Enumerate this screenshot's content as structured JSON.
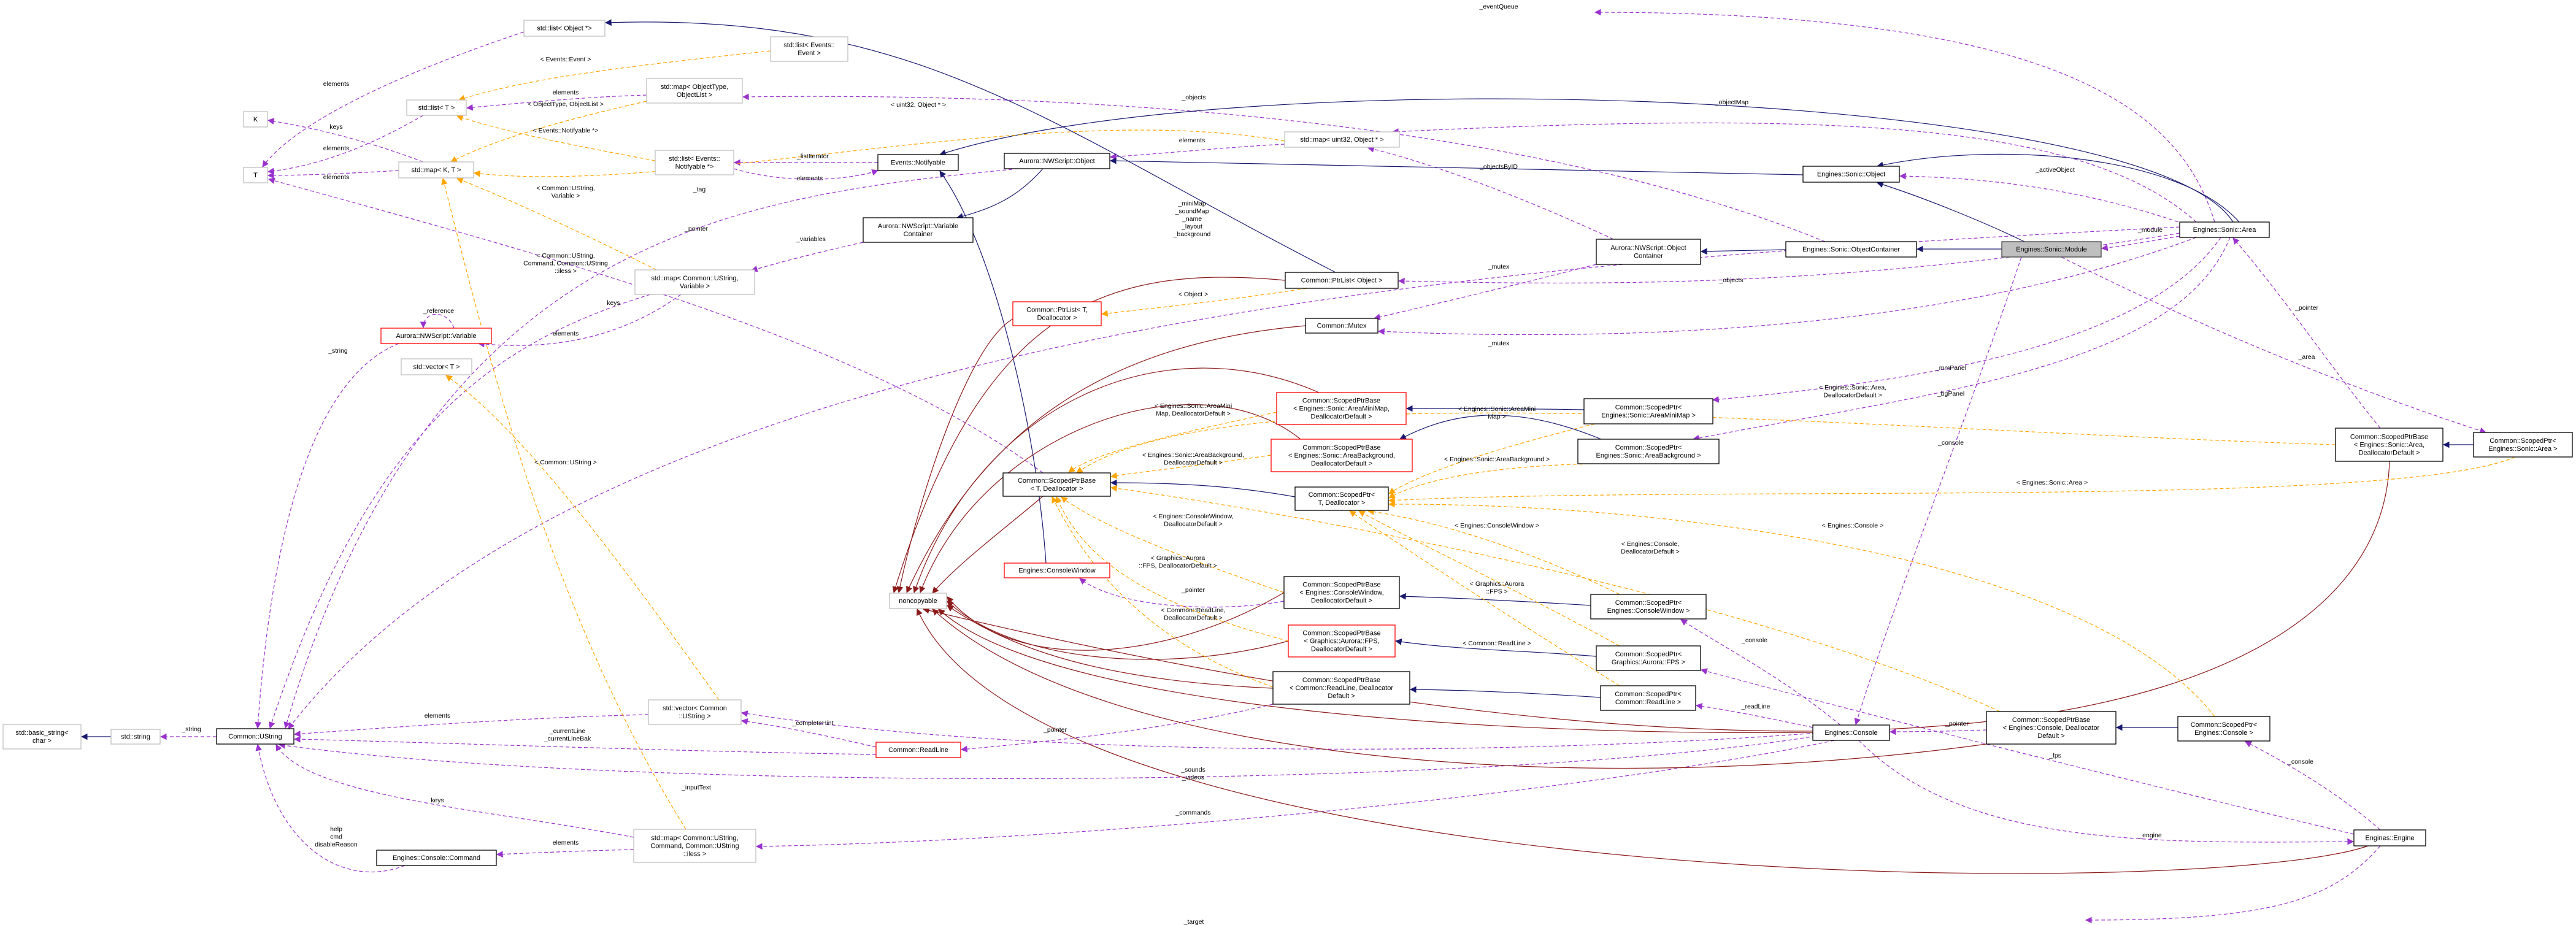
{
  "title": "Engines::Sonic::Module collaboration diagram",
  "colors": {
    "inherit": "#191970",
    "private": "#8b1a1a",
    "usage": "#9a32cd",
    "template": "#ffa500",
    "highlight": "#bfbfbf",
    "undocumented": "#ff0000"
  },
  "nodes": [
    {
      "id": "listObj",
      "lines": [
        "std::list< Object *>"
      ],
      "style": "gray"
    },
    {
      "id": "listEvent",
      "lines": [
        "std::list< Events::",
        "Event >"
      ],
      "style": "gray"
    },
    {
      "id": "K",
      "lines": [
        "K"
      ],
      "style": "gray"
    },
    {
      "id": "T",
      "lines": [
        "T"
      ],
      "style": "gray"
    },
    {
      "id": "listT",
      "lines": [
        "std::list< T >"
      ],
      "style": "gray"
    },
    {
      "id": "mapKT",
      "lines": [
        "std::map< K, T >"
      ],
      "style": "gray"
    },
    {
      "id": "mapOT",
      "lines": [
        "std::map< ObjectType,",
        "ObjectList >"
      ],
      "style": "gray"
    },
    {
      "id": "listNotif",
      "lines": [
        "std::list< Events::",
        "Notifyable *>"
      ],
      "style": "gray"
    },
    {
      "id": "notif",
      "lines": [
        "Events::Notifyable"
      ],
      "style": "normal"
    },
    {
      "id": "nwObj",
      "lines": [
        "Aurora::NWScript::Object"
      ],
      "style": "normal"
    },
    {
      "id": "varCont",
      "lines": [
        "Aurora::NWScript::Variable",
        "Container"
      ],
      "style": "normal"
    },
    {
      "id": "mapUV",
      "lines": [
        "std::map< Common::UString,",
        "Variable >"
      ],
      "style": "gray"
    },
    {
      "id": "mapU32",
      "lines": [
        "std::map< uint32, Object * >"
      ],
      "style": "gray"
    },
    {
      "id": "ptrListObj",
      "lines": [
        "Common::PtrList< Object >"
      ],
      "style": "normal"
    },
    {
      "id": "sonicObj",
      "lines": [
        "Engines::Sonic::Object"
      ],
      "style": "normal"
    },
    {
      "id": "nwObjCont",
      "lines": [
        "Aurora::NWScript::Object",
        "Container"
      ],
      "style": "normal"
    },
    {
      "id": "sonicObjCont",
      "lines": [
        "Engines::Sonic::ObjectContainer"
      ],
      "style": "normal"
    },
    {
      "id": "module",
      "lines": [
        "Engines::Sonic::Module"
      ],
      "style": "highlight"
    },
    {
      "id": "area",
      "lines": [
        "Engines::Sonic::Area"
      ],
      "style": "normal"
    },
    {
      "id": "spbArea",
      "lines": [
        "Common::ScopedPtrBase",
        "< Engines::Sonic::Area,",
        "DeallocatorDefault >"
      ],
      "style": "normal"
    },
    {
      "id": "spArea",
      "lines": [
        "Common::ScopedPtr<",
        "Engines::Sonic::Area >"
      ],
      "style": "normal"
    },
    {
      "id": "ptrListT",
      "lines": [
        "Common::PtrList< T,",
        "Deallocator >"
      ],
      "style": "red"
    },
    {
      "id": "mutex",
      "lines": [
        "Common::Mutex"
      ],
      "style": "normal"
    },
    {
      "id": "spbMini",
      "lines": [
        "Common::ScopedPtrBase",
        "< Engines::Sonic::AreaMiniMap,",
        "DeallocatorDefault >"
      ],
      "style": "red"
    },
    {
      "id": "spbBg",
      "lines": [
        "Common::ScopedPtrBase",
        "< Engines::Sonic::AreaBackground,",
        "DeallocatorDefault >"
      ],
      "style": "red"
    },
    {
      "id": "spbT",
      "lines": [
        "Common::ScopedPtrBase",
        "< T, Deallocator >"
      ],
      "style": "normal"
    },
    {
      "id": "spT",
      "lines": [
        "Common::ScopedPtr<",
        "T, Deallocator >"
      ],
      "style": "normal"
    },
    {
      "id": "spMini",
      "lines": [
        "Common::ScopedPtr<",
        "Engines::Sonic::AreaMiniMap >"
      ],
      "style": "normal"
    },
    {
      "id": "spBg",
      "lines": [
        "Common::ScopedPtr<",
        "Engines::Sonic::AreaBackground >"
      ],
      "style": "normal"
    },
    {
      "id": "consoleWin",
      "lines": [
        "Engines::ConsoleWindow"
      ],
      "style": "red"
    },
    {
      "id": "noncopy",
      "lines": [
        "noncopyable"
      ],
      "style": "gray"
    },
    {
      "id": "spbCW",
      "lines": [
        "Common::ScopedPtrBase",
        "< Engines::ConsoleWindow,",
        "DeallocatorDefault >"
      ],
      "style": "normal"
    },
    {
      "id": "spbFPS",
      "lines": [
        "Common::ScopedPtrBase",
        "< Graphics::Aurora::FPS,",
        "DeallocatorDefault >"
      ],
      "style": "red"
    },
    {
      "id": "spbRL",
      "lines": [
        "Common::ScopedPtrBase",
        "< Common::ReadLine, Deallocator",
        "Default >"
      ],
      "style": "normal"
    },
    {
      "id": "spCW",
      "lines": [
        "Common::ScopedPtr<",
        "Engines::ConsoleWindow >"
      ],
      "style": "normal"
    },
    {
      "id": "spFPS",
      "lines": [
        "Common::ScopedPtr<",
        "Graphics::Aurora::FPS >"
      ],
      "style": "normal"
    },
    {
      "id": "spRL",
      "lines": [
        "Common::ScopedPtr<",
        "Common::ReadLine >"
      ],
      "style": "normal"
    },
    {
      "id": "readLine",
      "lines": [
        "Common::ReadLine"
      ],
      "style": "red"
    },
    {
      "id": "console",
      "lines": [
        "Engines::Console"
      ],
      "style": "normal"
    },
    {
      "id": "spbCon",
      "lines": [
        "Common::ScopedPtrBase",
        "< Engines::Console, Deallocator",
        "Default >"
      ],
      "style": "normal"
    },
    {
      "id": "spCon",
      "lines": [
        "Common::ScopedPtr<",
        "Engines::Console >"
      ],
      "style": "normal"
    },
    {
      "id": "engine",
      "lines": [
        "Engines::Engine"
      ],
      "style": "normal"
    },
    {
      "id": "aVar",
      "lines": [
        "Aurora::NWScript::Variable"
      ],
      "style": "red"
    },
    {
      "id": "vecT",
      "lines": [
        "std::vector< T >"
      ],
      "style": "gray"
    },
    {
      "id": "basicStr",
      "lines": [
        "std::basic_string<",
        "char >"
      ],
      "style": "gray"
    },
    {
      "id": "stdStr",
      "lines": [
        "std::string"
      ],
      "style": "gray"
    },
    {
      "id": "ustring",
      "lines": [
        "Common::UString"
      ],
      "style": "normal"
    },
    {
      "id": "vecU",
      "lines": [
        "std::vector< Common",
        "::UString >"
      ],
      "style": "gray"
    },
    {
      "id": "mapCmd",
      "lines": [
        "std::map< Common::UString,",
        "Command, Common::UString",
        "::iless >"
      ],
      "style": "gray"
    },
    {
      "id": "cmd",
      "lines": [
        "Engines::Console::Command"
      ],
      "style": "normal"
    }
  ],
  "edges": [
    {
      "from": "listObj",
      "to": "T",
      "kind": "usage",
      "label": [
        "elements"
      ]
    },
    {
      "from": "listT",
      "to": "T",
      "kind": "usage",
      "label": [
        "elements"
      ]
    },
    {
      "from": "mapKT",
      "to": "K",
      "kind": "usage",
      "label": [
        "keys"
      ]
    },
    {
      "from": "mapKT",
      "to": "T",
      "kind": "usage",
      "label": [
        "elements"
      ]
    },
    {
      "from": "mapOT",
      "to": "listT",
      "kind": "usage",
      "label": [
        "elements"
      ]
    },
    {
      "from": "area",
      "to": "listEvent",
      "kind": "usage",
      "label": [
        "_eventQueue"
      ]
    },
    {
      "from": "sonicObjCont",
      "to": "mapOT",
      "kind": "usage",
      "label": [
        "_objects"
      ]
    },
    {
      "from": "area",
      "to": "mapU32",
      "kind": "usage",
      "label": [
        "_objectMap"
      ]
    },
    {
      "from": "listNotif",
      "to": "notif",
      "kind": "usage",
      "label": [
        "elements"
      ]
    },
    {
      "from": "notif",
      "to": "listNotif",
      "kind": "usage",
      "label": [
        "_listIterator"
      ]
    },
    {
      "from": "mapU32",
      "to": "nwObj",
      "kind": "usage",
      "label": [
        "elements"
      ]
    },
    {
      "from": "nwObj",
      "to": "ustring",
      "kind": "usage",
      "label": [
        "_tag"
      ]
    },
    {
      "from": "spbT",
      "to": "T",
      "kind": "usage",
      "label": [
        "_pointer"
      ]
    },
    {
      "from": "varCont",
      "to": "mapUV",
      "kind": "usage",
      "label": [
        "_variables"
      ]
    },
    {
      "from": "area",
      "to": "ustring",
      "kind": "usage",
      "label": [
        "_miniMap",
        "_soundMap",
        "_name",
        "_layout",
        "_background"
      ]
    },
    {
      "from": "area",
      "to": "ptrListObj",
      "kind": "usage",
      "label": [
        "_objects"
      ]
    },
    {
      "from": "nwObjCont",
      "to": "mapU32",
      "kind": "usage",
      "label": [
        "_objectsByID"
      ]
    },
    {
      "from": "nwObjCont",
      "to": "mutex",
      "kind": "usage",
      "label": [
        "_mutex"
      ]
    },
    {
      "from": "area",
      "to": "mutex",
      "kind": "usage",
      "label": [
        "_mutex"
      ]
    },
    {
      "from": "area",
      "to": "sonicObj",
      "kind": "usage",
      "label": [
        "_activeObject"
      ]
    },
    {
      "from": "area",
      "to": "module",
      "kind": "usage",
      "label": [
        "_module"
      ]
    },
    {
      "from": "module",
      "to": "spArea",
      "kind": "usage",
      "label": [
        "_area"
      ]
    },
    {
      "from": "spbArea",
      "to": "area",
      "kind": "usage",
      "label": [
        "_pointer"
      ]
    },
    {
      "from": "area",
      "to": "spMini",
      "kind": "usage",
      "label": [
        "_mmPanel"
      ]
    },
    {
      "from": "area",
      "to": "spBg",
      "kind": "usage",
      "label": [
        "_bgPanel"
      ]
    },
    {
      "from": "module",
      "to": "console",
      "kind": "usage",
      "label": [
        "_console"
      ]
    },
    {
      "from": "console",
      "to": "spCW",
      "kind": "usage",
      "label": [
        "_console"
      ]
    },
    {
      "from": "console",
      "to": "spRL",
      "kind": "usage",
      "label": [
        "_readLine"
      ]
    },
    {
      "from": "spbCon",
      "to": "console",
      "kind": "usage",
      "label": [
        "_pointer"
      ]
    },
    {
      "from": "engine",
      "to": "spFPS",
      "kind": "usage",
      "label": [
        "_fps"
      ]
    },
    {
      "from": "console",
      "to": "engine",
      "kind": "usage",
      "label": [
        "_engine"
      ]
    },
    {
      "from": "engine",
      "to": "spCon",
      "kind": "usage",
      "label": [
        "_console"
      ]
    },
    {
      "from": "engine",
      "to": "ustring",
      "kind": "usage",
      "label": [
        "_target"
      ]
    },
    {
      "from": "spbCW",
      "to": "consoleWin",
      "kind": "usage",
      "label": [
        "_pointer"
      ]
    },
    {
      "from": "spbRL",
      "to": "readLine",
      "kind": "usage",
      "label": [
        "_pointer"
      ]
    },
    {
      "from": "console",
      "to": "ustring",
      "kind": "usage",
      "label": [
        "_inputText"
      ]
    },
    {
      "from": "readLine",
      "to": "ustring",
      "kind": "usage",
      "label": [
        "_currentLine",
        "_currentLineBak"
      ]
    },
    {
      "from": "readLine",
      "to": "vecU",
      "kind": "usage",
      "label": [
        "_completeHint"
      ]
    },
    {
      "from": "vecU",
      "to": "ustring",
      "kind": "usage",
      "label": [
        "elements"
      ]
    },
    {
      "from": "console",
      "to": "mapCmd",
      "kind": "usage",
      "label": [
        "_commands"
      ]
    },
    {
      "from": "console",
      "to": "vecU",
      "kind": "usage",
      "label": [
        "_sounds",
        "_videos"
      ]
    },
    {
      "from": "mapCmd",
      "to": "ustring",
      "kind": "usage",
      "label": [
        "keys"
      ]
    },
    {
      "from": "mapCmd",
      "to": "cmd",
      "kind": "usage",
      "label": [
        "elements"
      ]
    },
    {
      "from": "cmd",
      "to": "ustring",
      "kind": "usage",
      "label": [
        "help",
        "cmd",
        "disableReason"
      ]
    },
    {
      "from": "aVar",
      "to": "ustring",
      "kind": "usage",
      "label": [
        "_string"
      ]
    },
    {
      "from": "aVar",
      "to": "aVar",
      "kind": "usage",
      "label": [
        "_reference"
      ]
    },
    {
      "from": "mapUV",
      "to": "aVar",
      "kind": "usage",
      "label": [
        "elements"
      ]
    },
    {
      "from": "mapUV",
      "to": "ustring",
      "kind": "usage",
      "label": [
        "keys"
      ]
    },
    {
      "from": "ustring",
      "to": "stdStr",
      "kind": "usage",
      "label": [
        "_string"
      ]
    },
    {
      "from": "sonicObj",
      "to": "nwObj",
      "kind": "inherit",
      "label": []
    },
    {
      "from": "ptrListObj",
      "to": "listObj",
      "kind": "inherit",
      "label": []
    },
    {
      "from": "area",
      "to": "notif",
      "kind": "inherit",
      "label": []
    },
    {
      "from": "area",
      "to": "sonicObj",
      "kind": "inherit",
      "label": []
    },
    {
      "from": "module",
      "to": "sonicObj",
      "kind": "inherit",
      "label": []
    },
    {
      "from": "module",
      "to": "sonicObjCont",
      "kind": "inherit",
      "label": []
    },
    {
      "from": "sonicObjCont",
      "to": "nwObjCont",
      "kind": "inherit",
      "label": []
    },
    {
      "from": "nwObj",
      "to": "varCont",
      "kind": "inherit",
      "label": []
    },
    {
      "from": "consoleWin",
      "to": "notif",
      "kind": "inherit",
      "label": []
    },
    {
      "from": "spMini",
      "to": "spbMini",
      "kind": "inherit",
      "label": []
    },
    {
      "from": "spBg",
      "to": "spbBg",
      "kind": "inherit",
      "label": []
    },
    {
      "from": "spT",
      "to": "spbT",
      "kind": "inherit",
      "label": []
    },
    {
      "from": "spCW",
      "to": "spbCW",
      "kind": "inherit",
      "label": []
    },
    {
      "from": "spFPS",
      "to": "spbFPS",
      "kind": "inherit",
      "label": []
    },
    {
      "from": "spRL",
      "to": "spbRL",
      "kind": "inherit",
      "label": []
    },
    {
      "from": "spCon",
      "to": "spbCon",
      "kind": "inherit",
      "label": []
    },
    {
      "from": "spArea",
      "to": "spbArea",
      "kind": "inherit",
      "label": []
    },
    {
      "from": "stdStr",
      "to": "basicStr",
      "kind": "inherit",
      "label": []
    },
    {
      "from": "ptrListObj",
      "to": "noncopy",
      "kind": "private",
      "label": []
    },
    {
      "from": "ptrListT",
      "to": "noncopy",
      "kind": "private",
      "label": []
    },
    {
      "from": "mutex",
      "to": "noncopy",
      "kind": "private",
      "label": []
    },
    {
      "from": "spbMini",
      "to": "noncopy",
      "kind": "private",
      "label": []
    },
    {
      "from": "spbBg",
      "to": "noncopy",
      "kind": "private",
      "label": []
    },
    {
      "from": "spbT",
      "to": "noncopy",
      "kind": "private",
      "label": []
    },
    {
      "from": "spbCW",
      "to": "noncopy",
      "kind": "private",
      "label": []
    },
    {
      "from": "spbFPS",
      "to": "noncopy",
      "kind": "private",
      "label": []
    },
    {
      "from": "spbRL",
      "to": "noncopy",
      "kind": "private",
      "label": []
    },
    {
      "from": "console",
      "to": "noncopy",
      "kind": "private",
      "label": []
    },
    {
      "from": "spbCon",
      "to": "noncopy",
      "kind": "private",
      "label": []
    },
    {
      "from": "spbArea",
      "to": "noncopy",
      "kind": "private",
      "label": []
    },
    {
      "from": "engine",
      "to": "noncopy",
      "kind": "private",
      "label": []
    },
    {
      "from": "listEvent",
      "to": "listT",
      "kind": "template",
      "label": [
        "< Events::Event >"
      ]
    },
    {
      "from": "mapOT",
      "to": "mapKT",
      "kind": "template",
      "label": [
        "< ObjectType, ObjectList >"
      ]
    },
    {
      "from": "listNotif",
      "to": "listT",
      "kind": "template",
      "label": [
        "< Events::Notifyable *>"
      ]
    },
    {
      "from": "mapU32",
      "to": "mapKT",
      "kind": "template",
      "label": [
        "< uint32, Object * >"
      ]
    },
    {
      "from": "mapUV",
      "to": "mapKT",
      "kind": "template",
      "label": [
        "< Common::UString,",
        "Variable >"
      ]
    },
    {
      "from": "mapCmd",
      "to": "mapKT",
      "kind": "template",
      "label": [
        "< Common::UString,",
        "Command, Common::UString",
        "::iless >"
      ]
    },
    {
      "from": "vecU",
      "to": "vecT",
      "kind": "template",
      "label": [
        "< Common::UString >"
      ]
    },
    {
      "from": "ptrListObj",
      "to": "ptrListT",
      "kind": "template",
      "label": [
        "< Object >"
      ]
    },
    {
      "from": "spbMini",
      "to": "spbT",
      "kind": "template",
      "label": [
        "< Engines::Sonic::AreaMini",
        "Map, DeallocatorDefault >"
      ]
    },
    {
      "from": "spbBg",
      "to": "spbT",
      "kind": "template",
      "label": [
        "< Engines::Sonic::AreaBackground,",
        "DeallocatorDefault >"
      ]
    },
    {
      "from": "spbCW",
      "to": "spbT",
      "kind": "template",
      "label": [
        "< Engines::ConsoleWindow,",
        "DeallocatorDefault >"
      ]
    },
    {
      "from": "spbFPS",
      "to": "spbT",
      "kind": "template",
      "label": [
        "< Graphics::Aurora",
        "::FPS, DeallocatorDefault >"
      ]
    },
    {
      "from": "spbRL",
      "to": "spbT",
      "kind": "template",
      "label": [
        "< Common::ReadLine,",
        "DeallocatorDefault >"
      ]
    },
    {
      "from": "spbArea",
      "to": "spbT",
      "kind": "template",
      "label": [
        "< Engines::Sonic::Area,",
        "DeallocatorDefault >"
      ]
    },
    {
      "from": "spbCon",
      "to": "spbT",
      "kind": "template",
      "label": [
        "< Engines::Console,",
        "DeallocatorDefault >"
      ]
    },
    {
      "from": "spMini",
      "to": "spT",
      "kind": "template",
      "label": [
        "< Engines::Sonic::AreaMini",
        "Map >"
      ]
    },
    {
      "from": "spBg",
      "to": "spT",
      "kind": "template",
      "label": [
        "< Engines::Sonic::AreaBackground >"
      ]
    },
    {
      "from": "spArea",
      "to": "spT",
      "kind": "template",
      "label": [
        "< Engines::Sonic::Area >"
      ]
    },
    {
      "from": "spCon",
      "to": "spT",
      "kind": "template",
      "label": [
        "< Engines::Console >"
      ]
    },
    {
      "from": "spCW",
      "to": "spT",
      "kind": "template",
      "label": [
        "< Engines::ConsoleWindow >"
      ]
    },
    {
      "from": "spFPS",
      "to": "spT",
      "kind": "template",
      "label": [
        "< Graphics::Aurora",
        "::FPS >"
      ]
    },
    {
      "from": "spRL",
      "to": "spT",
      "kind": "template",
      "label": [
        "< Common::ReadLine >"
      ]
    }
  ]
}
